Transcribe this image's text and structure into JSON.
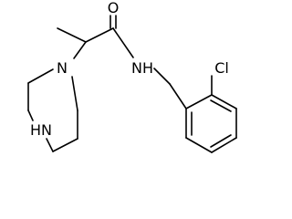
{
  "molecule": {
    "atoms": {
      "oxygen": "O",
      "amide_nitrogen": "NH",
      "piperazine_n1": "N",
      "piperazine_nh": "HN",
      "chlorine": "Cl"
    },
    "colors": {
      "bond": "#000000",
      "label": "#000000",
      "background": "#ffffff"
    }
  }
}
